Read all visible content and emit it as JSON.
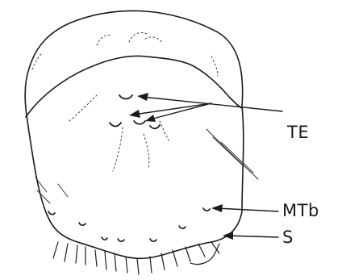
{
  "figure": {
    "labels": {
      "te": "TE",
      "mtb": "MTb",
      "s": "S"
    },
    "line_color": "#1a1a1a",
    "background": "#ffffff"
  }
}
